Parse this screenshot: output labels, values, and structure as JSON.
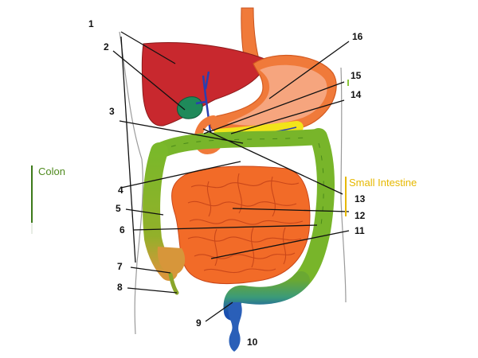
{
  "labels": [
    "1",
    "2",
    "3",
    "4",
    "5",
    "6",
    "7",
    "8",
    "9",
    "10",
    "11",
    "12",
    "13",
    "14",
    "15",
    "16"
  ],
  "legend": {
    "colon": {
      "text": "Colon",
      "color": "#4f8a1e"
    },
    "small_intestine": {
      "text": "Small Intestine",
      "color": "#e6b800"
    }
  },
  "colors": {
    "liver": "#c8282e",
    "stomach": "#f07a3a",
    "stomach_inner": "#f6a57e",
    "small_intestine": "#f26b28",
    "colon": "#78b52a",
    "pancreas": "#f2e41a",
    "gallbladder": "#1f8a5a",
    "rectum": "#2a8fb0",
    "anus": "#1a3aa8"
  }
}
